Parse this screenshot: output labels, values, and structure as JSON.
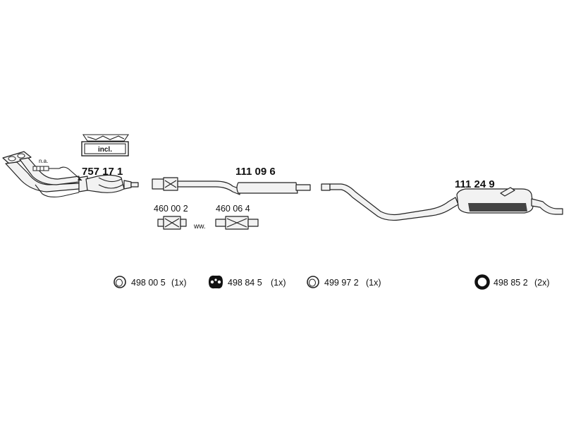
{
  "parts": {
    "manifold_catalyst": {
      "number": "757 17 1",
      "kit_label": "incl.",
      "note": "n.a."
    },
    "front_pipe": {
      "number": "111 09 6"
    },
    "rear_silencer": {
      "number": "111 24 9"
    },
    "flex_pipe_a": {
      "number": "460 00 2"
    },
    "flex_pipe_b": {
      "number": "460 06 4"
    },
    "alternative_label": "ww."
  },
  "accessories": [
    {
      "number": "498 00 5",
      "qty": "(1x)"
    },
    {
      "number": "498 84 5",
      "qty": "(1x)"
    },
    {
      "number": "499 97 2",
      "qty": "(1x)"
    },
    {
      "number": "498 85 2",
      "qty": "(2x)"
    }
  ]
}
